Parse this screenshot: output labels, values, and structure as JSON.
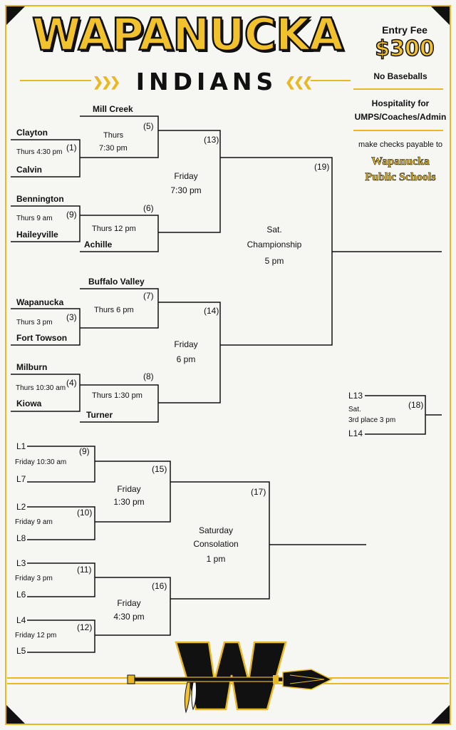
{
  "header": {
    "title": "WAPANUCKA",
    "subtitle": "INDIANS",
    "entry_label": "Entry Fee",
    "entry_fee": "$300",
    "no_baseballs": "No Baseballs",
    "hospitality_1": "Hospitality for",
    "hospitality_2": "UMPS/Coaches/Admin",
    "checks_label": "make checks payable to",
    "payee_1": "Wapanucka",
    "payee_2": "Public Schools"
  },
  "colors": {
    "gold": "#e8b923",
    "black": "#111111"
  },
  "logo": {
    "icon": "w-arrow-logo-icon"
  },
  "championship": {
    "teams": {
      "mill_creek": "Mill Creek",
      "clayton": "Clayton",
      "calvin": "Calvin",
      "bennington": "Bennington",
      "haileyville": "Haileyville",
      "achille": "Achille",
      "buffalo_valley": "Buffalo Valley",
      "wapanucka": "Wapanucka",
      "fort_towson": "Fort Towson",
      "milburn": "Milburn",
      "kiowa": "Kiowa",
      "turner": "Turner"
    },
    "games": {
      "g1": {
        "num": "(1)",
        "time": "Thurs 4:30 pm"
      },
      "g9": {
        "num": "(9)",
        "time": "Thurs 9 am"
      },
      "g3": {
        "num": "(3)",
        "time": "Thurs 3 pm"
      },
      "g4": {
        "num": "(4)",
        "time": "Thurs 10:30 am"
      },
      "g5": {
        "num": "(5)",
        "day": "Thurs",
        "time": "7:30 pm"
      },
      "g6": {
        "num": "(6)",
        "time": "Thurs 12 pm"
      },
      "g7": {
        "num": "(7)",
        "time": "Thurs 6 pm"
      },
      "g8": {
        "num": "(8)",
        "time": "Thurs 1:30 pm"
      },
      "g13": {
        "num": "(13)",
        "day": "Friday",
        "time": "7:30 pm"
      },
      "g14": {
        "num": "(14)",
        "day": "Friday",
        "time": "6 pm"
      },
      "g19": {
        "num": "(19)",
        "day": "Sat.",
        "label": "Championship",
        "time": "5 pm"
      }
    }
  },
  "third_place": {
    "top": "L13",
    "bottom": "L14",
    "day": "Sat.",
    "label": "3rd place  3 pm",
    "num": "(18)"
  },
  "consolation": {
    "teams": {
      "l1": "L1",
      "l7": "L7",
      "l2": "L2",
      "l8": "L8",
      "l3": "L3",
      "l6": "L6",
      "l4": "L4",
      "l5": "L5"
    },
    "games": {
      "g9": {
        "num": "(9)",
        "time": "Friday  10:30 am"
      },
      "g10": {
        "num": "(10)",
        "time": "Friday  9 am"
      },
      "g11": {
        "num": "(11)",
        "time": "Friday  3 pm"
      },
      "g12": {
        "num": "(12)",
        "time": "Friday  12 pm"
      },
      "g15": {
        "num": "(15)",
        "day": "Friday",
        "time": "1:30 pm"
      },
      "g16": {
        "num": "(16)",
        "day": "Friday",
        "time": "4:30 pm"
      },
      "g17": {
        "num": "(17)",
        "day": "Saturday",
        "label": "Consolation",
        "time": "1 pm"
      }
    }
  }
}
